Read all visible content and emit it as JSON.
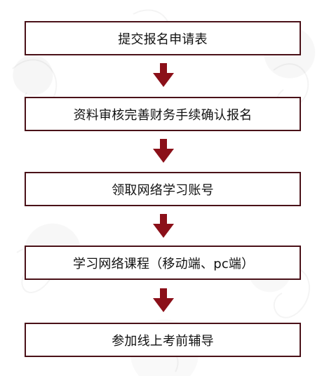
{
  "steps": [
    "提交报名申请表",
    "资料审核完善财务手续确认报名",
    "领取网络学习账号",
    "学习网络课程（移动端、pc端）",
    "参加线上考前辅导"
  ],
  "colors": {
    "border": "#4a1118",
    "arrow": "#8b1019",
    "text": "#111111",
    "background": "#ffffff"
  },
  "icons": {
    "flow_arrow": "down-arrow-icon"
  }
}
